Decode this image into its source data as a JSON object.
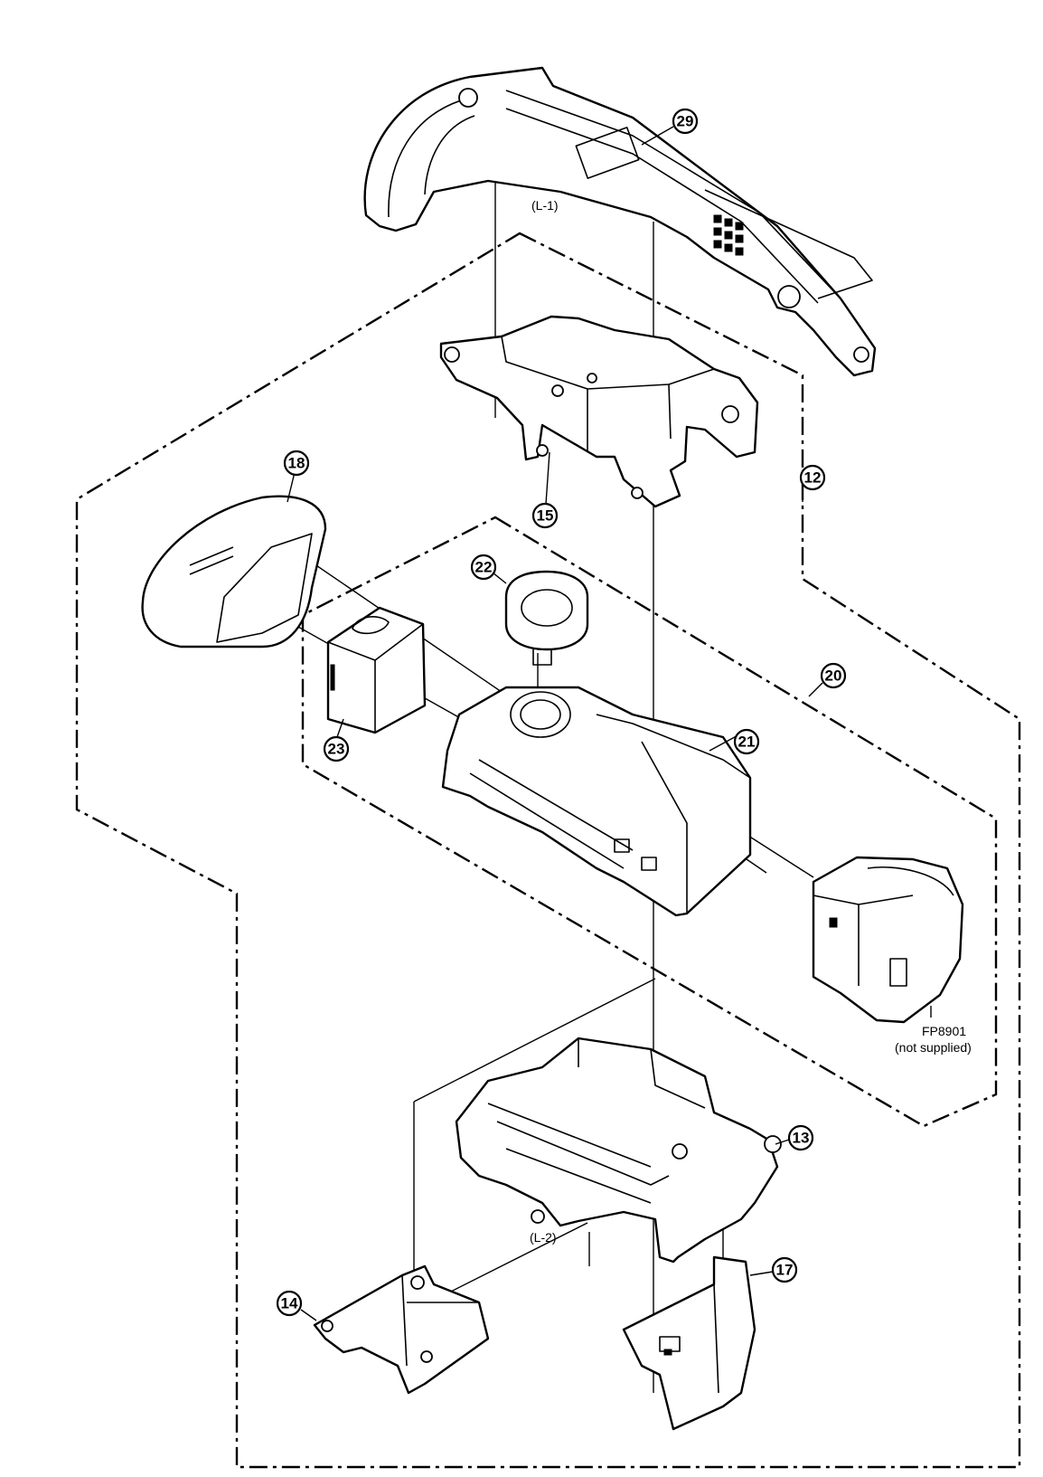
{
  "callouts": [
    {
      "id": "29",
      "label": "29"
    },
    {
      "id": "12",
      "label": "12"
    },
    {
      "id": "15",
      "label": "15"
    },
    {
      "id": "18",
      "label": "18"
    },
    {
      "id": "22",
      "label": "22"
    },
    {
      "id": "20",
      "label": "20"
    },
    {
      "id": "21",
      "label": "21"
    },
    {
      "id": "23",
      "label": "23"
    },
    {
      "id": "13",
      "label": "13"
    },
    {
      "id": "14",
      "label": "14"
    },
    {
      "id": "17",
      "label": "17"
    }
  ],
  "labels": {
    "l1": "(L-1)",
    "l2": "(L-2)",
    "fp_ref": "FP8901",
    "fp_note": "(not supplied)"
  }
}
